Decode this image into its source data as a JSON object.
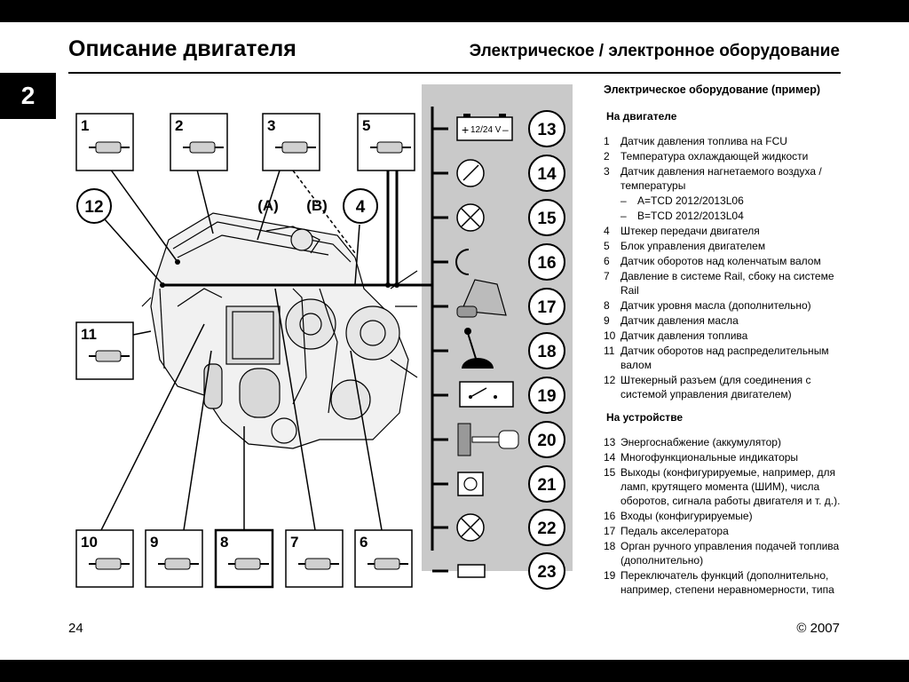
{
  "page": {
    "title": "Описание двигателя",
    "section": "Электрическое / электронное оборудование",
    "chapter": "2",
    "page_number": "24",
    "copyright": "© 2007"
  },
  "diagram": {
    "sensor_numbers": [
      "1",
      "2",
      "3",
      "5",
      "10",
      "9",
      "8",
      "7",
      "6",
      "11"
    ],
    "callouts": [
      "12",
      "4"
    ],
    "variant_a": "(A)",
    "variant_b": "(B)",
    "battery_label": "12/24 V",
    "battery_plus": "+",
    "battery_minus": "–",
    "panel_numbers": [
      "13",
      "14",
      "15",
      "16",
      "17",
      "18",
      "19",
      "20",
      "21",
      "22",
      "23"
    ]
  },
  "legend": {
    "heading": "Электрическое оборудование (пример)",
    "engine_heading": "На двигателе",
    "engine_items": [
      {
        "num": "1",
        "text": "Датчик давления топлива на FCU"
      },
      {
        "num": "2",
        "text": "Температура охлаждающей жидкости"
      },
      {
        "num": "3",
        "text": "Датчик давления нагнетаемого воздуха / температуры"
      },
      {
        "num": "4",
        "text": "Штекер передачи двигателя"
      },
      {
        "num": "5",
        "text": "Блок управления двигателем"
      },
      {
        "num": "6",
        "text": "Датчик оборотов над коленчатым валом"
      },
      {
        "num": "7",
        "text": "Давление в системе Rail, сбоку на системе Rail"
      },
      {
        "num": "8",
        "text": "Датчик уровня масла (дополнительно)"
      },
      {
        "num": "9",
        "text": "Датчик давления масла"
      },
      {
        "num": "10",
        "text": "Датчик давления топлива"
      },
      {
        "num": "11",
        "text": "Датчик оборотов над распределительным валом"
      },
      {
        "num": "12",
        "text": "Штекерный разъем (для соединения с системой управления двигателем)"
      }
    ],
    "item3_sub": [
      {
        "dash": "–",
        "text": "A=TCD 2012/2013L06"
      },
      {
        "dash": "–",
        "text": "B=TCD 2012/2013L04"
      }
    ],
    "device_heading": "На устройстве",
    "device_items": [
      {
        "num": "13",
        "text": "Энергоснабжение (аккумулятор)"
      },
      {
        "num": "14",
        "text": "Многофункциональные индикаторы"
      },
      {
        "num": "15",
        "text": "Выходы (конфигурируемые, например, для ламп, крутящего момента (ШИМ), числа оборотов, сигнала работы двигателя и т. д.)."
      },
      {
        "num": "16",
        "text": "Входы (конфигурируемые)"
      },
      {
        "num": "17",
        "text": "Педаль акселератора"
      },
      {
        "num": "18",
        "text": "Орган ручного управления подачей топлива (дополнительно)"
      },
      {
        "num": "19",
        "text": "Переключатель функций (дополнительно, например, степени неравномерности, типа"
      }
    ]
  },
  "colors": {
    "panel_bg": "#c9c9c9",
    "line": "#000000",
    "paper": "#ffffff"
  }
}
